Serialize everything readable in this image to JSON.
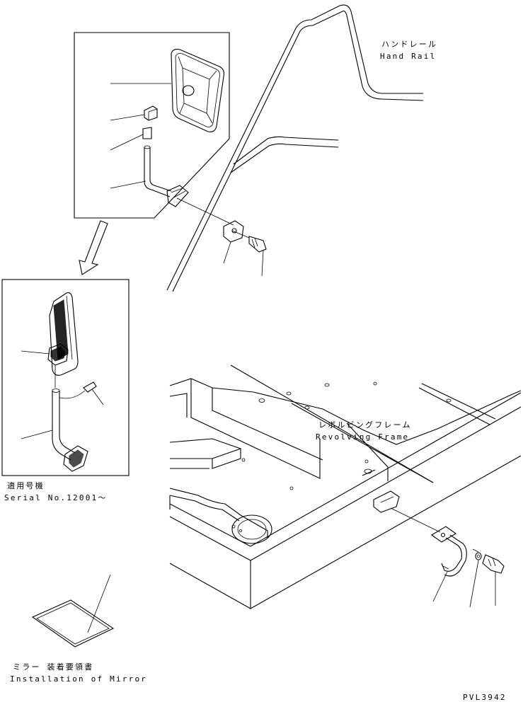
{
  "labels": {
    "hand_rail_ja": "ハンドレール",
    "hand_rail_en": "Hand Rail",
    "revolving_frame_ja": "レボルビングフレーム",
    "revolving_frame_en": "Revolving Frame",
    "serial_ja": "適用号機",
    "serial_en": "Serial No.12001～",
    "manual_ja": "ミラー 装着要領書",
    "manual_en": "Installation of Mirror",
    "drawing_code": "PVL3942"
  }
}
